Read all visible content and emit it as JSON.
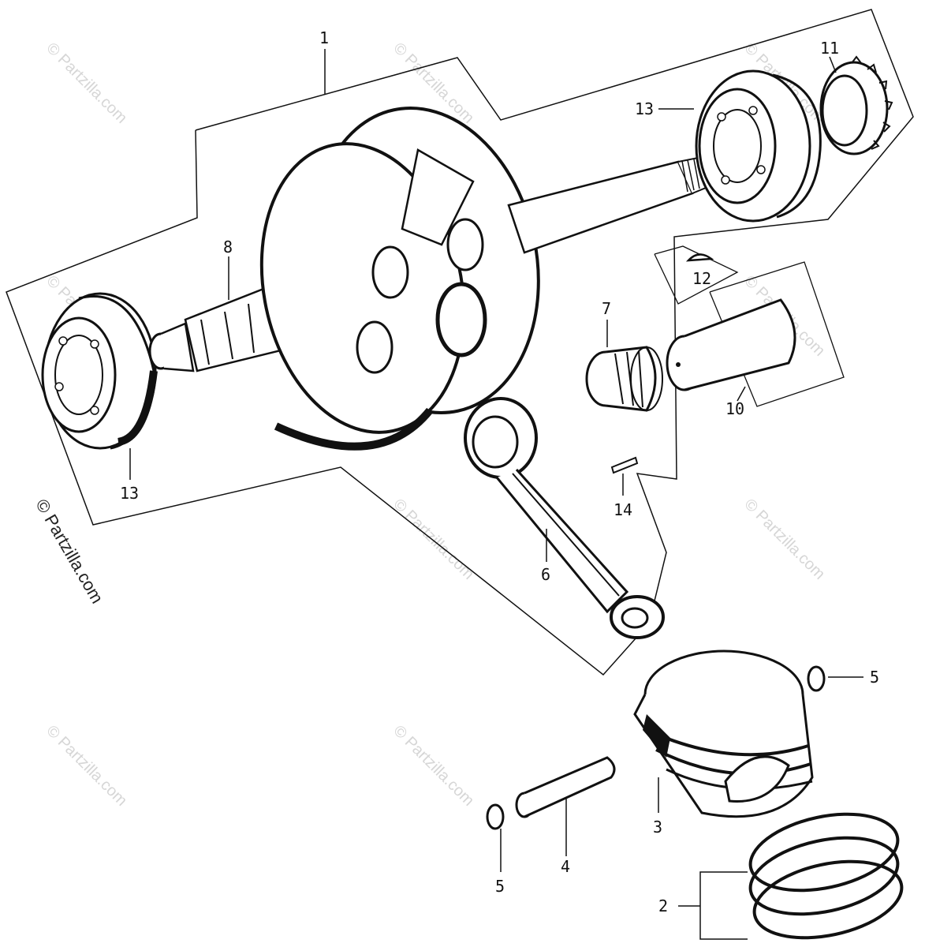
{
  "watermark": {
    "text": "© Partzilla.com",
    "side_text": "© Partzilla.com"
  },
  "callouts": {
    "c1": "1",
    "c2": "2",
    "c3": "3",
    "c4": "4",
    "c5a": "5",
    "c5b": "5",
    "c6": "6",
    "c7": "7",
    "c8": "8",
    "c10": "10",
    "c11": "11",
    "c12": "12",
    "c13a": "13",
    "c13b": "13",
    "c14": "14"
  },
  "colors": {
    "ink": "#111111",
    "watermark": "#d6d6d6",
    "paper": "#ffffff"
  }
}
